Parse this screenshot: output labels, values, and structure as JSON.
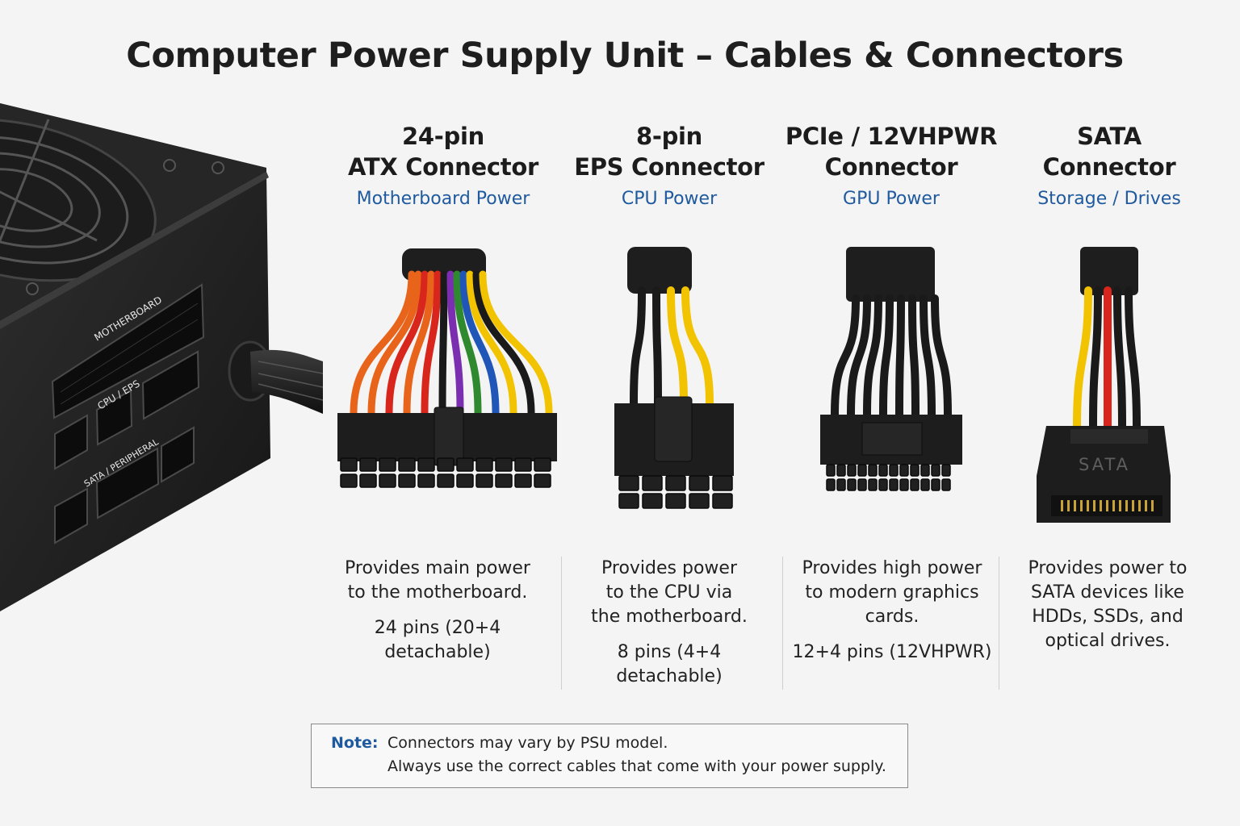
{
  "title": "Computer Power Supply Unit – Cables & Connectors",
  "psu_labels": {
    "motherboard": "MOTHERBOARD",
    "cpu": "CPU / EPS",
    "sata": "SATA / PERIPHERAL"
  },
  "connectors": [
    {
      "title_line1": "24-pin",
      "title_line2": "ATX Connector",
      "subtitle": "Motherboard Power",
      "desc_line1": "Provides main power",
      "desc_line2": "to the motherboard.",
      "pins_line1": "24 pins (20+4",
      "pins_line2": "detachable)"
    },
    {
      "title_line1": "8-pin",
      "title_line2": "EPS Connector",
      "subtitle": "CPU Power",
      "desc_line1": "Provides power",
      "desc_line2": "to the CPU via",
      "desc_line3": "the motherboard.",
      "pins_line1": "8 pins (4+4",
      "pins_line2": "detachable)"
    },
    {
      "title_line1": "PCIe / 12VHPWR",
      "title_line2": "Connector",
      "subtitle": "GPU Power",
      "desc_line1": "Provides high power",
      "desc_line2": "to modern graphics",
      "desc_line3": "cards.",
      "pins_line1": "12+4 pins (12VHPWR)"
    },
    {
      "title_line1": "SATA",
      "title_line2": "Connector",
      "subtitle": "Storage / Drives",
      "desc_line1": "Provides power to",
      "desc_line2": "SATA devices like",
      "desc_line3": "HDDs, SSDs, and",
      "desc_line4": "optical drives.",
      "plug_label": "SATA"
    }
  ],
  "note": {
    "label": "Note:",
    "line1": "Connectors may vary by PSU model.",
    "line2": "Always use the correct cables that come with your power supply."
  },
  "colors": {
    "accent_blue": "#1f5a9e",
    "wire_black": "#1a1a1a",
    "wire_yellow": "#f2c300",
    "wire_red": "#d9261c",
    "wire_orange": "#e8641a",
    "wire_green": "#2f8a2f",
    "wire_blue": "#1f56b8",
    "wire_purple": "#7b2fb0"
  }
}
